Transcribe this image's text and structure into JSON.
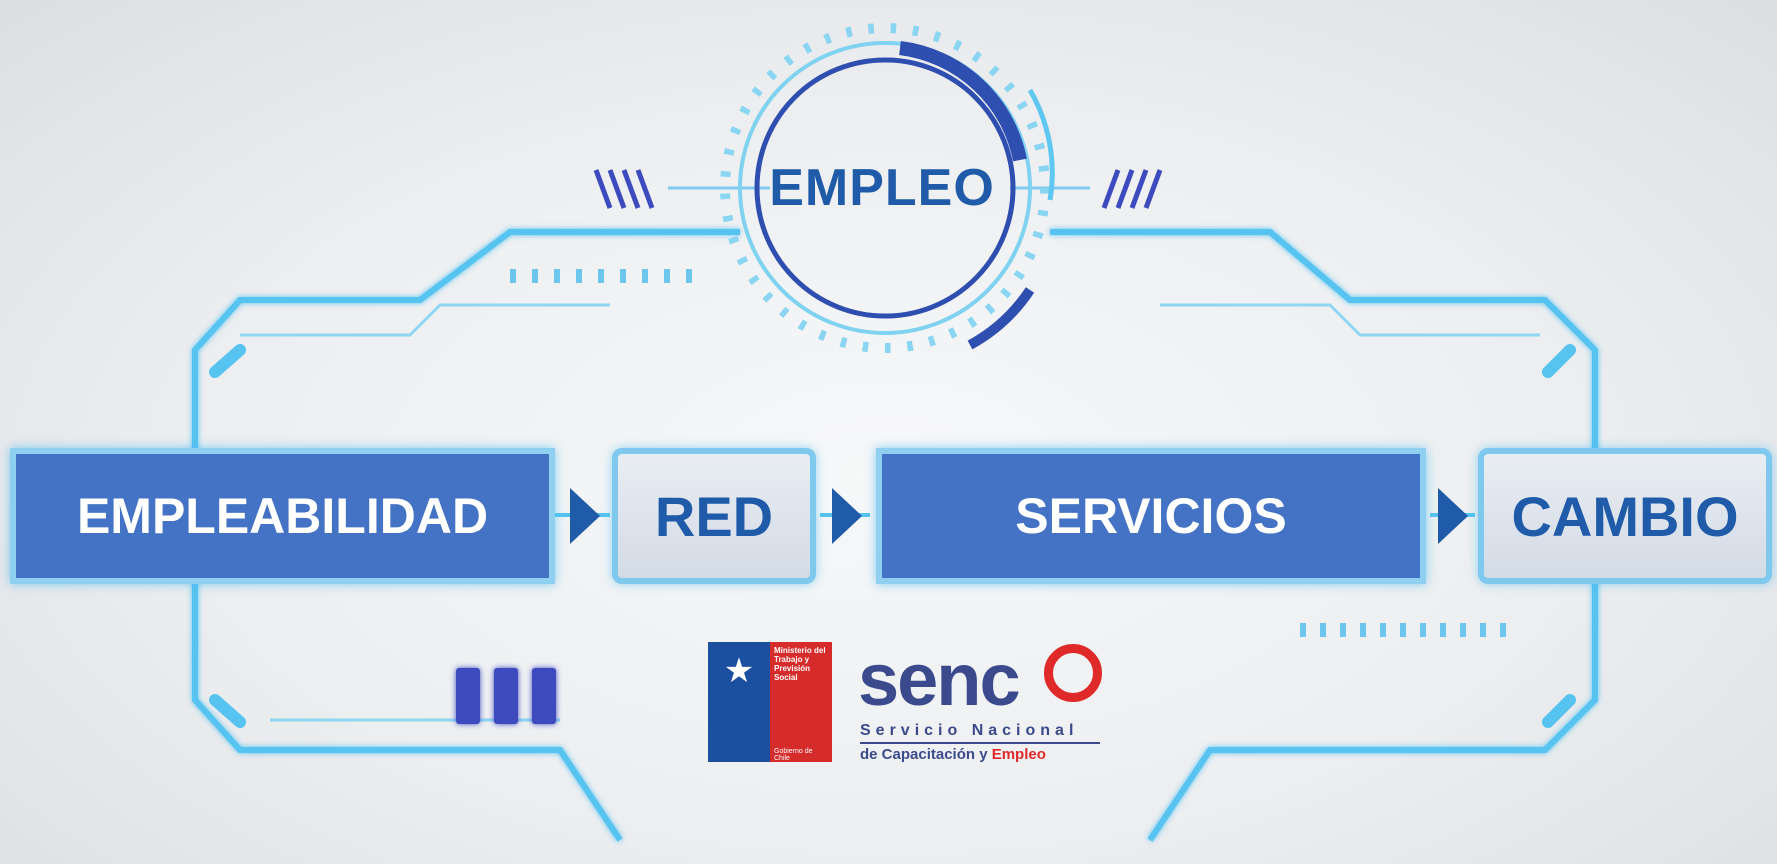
{
  "center": {
    "label": "EMPLEO"
  },
  "flow": {
    "steps": [
      {
        "label": "EMPLEABILIDAD",
        "style": "blue"
      },
      {
        "label": "RED",
        "style": "light"
      },
      {
        "label": "SERVICIOS",
        "style": "blue"
      },
      {
        "label": "CAMBIO",
        "style": "light"
      }
    ]
  },
  "logos": {
    "ministry": {
      "lines": [
        "Ministerio del",
        "Trabajo y",
        "Previsión",
        "Social"
      ],
      "footer": "Gobierno de Chile"
    },
    "sence": {
      "wordmark_prefix": "senc",
      "subtitle1": "Servicio Nacional",
      "subtitle2_prefix": "de Capacitación y ",
      "subtitle2_highlight": "Empleo"
    }
  },
  "colors": {
    "blue_box": "#4472c4",
    "dark_blue": "#1f5ba8",
    "glow": "#5ec8f2",
    "red": "#e02a2a"
  }
}
